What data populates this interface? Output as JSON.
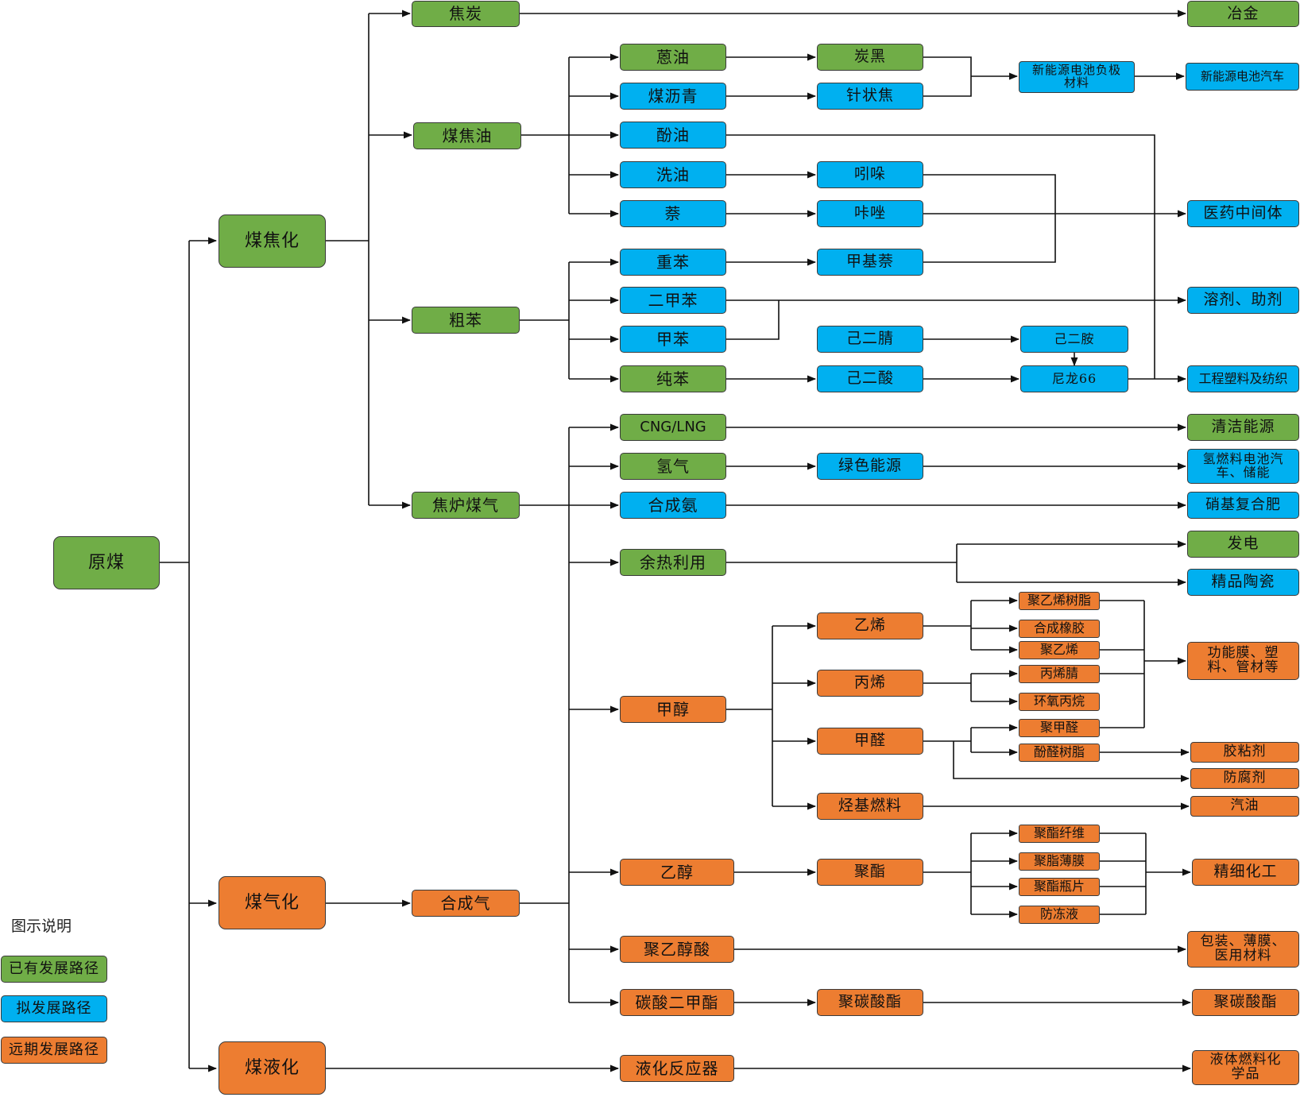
{
  "colors": {
    "existing": "#70AD47",
    "proposed": "#00B0F0",
    "longterm": "#ED7D31"
  },
  "nodes": {
    "yuanmei": "原煤",
    "meijiaohua": "煤焦化",
    "meiqihua": "煤气化",
    "meiyehua": "煤液化",
    "jiaotan": "焦炭",
    "meijiaoyou": "煤焦油",
    "cuben": "粗苯",
    "jiaolumeiqi": "焦炉煤气",
    "hechengqi": "合成气",
    "yehuafanyingqi": "液化反应器",
    "yejin": "冶金",
    "enyou": "蒽油",
    "meiliqing": "煤沥青",
    "fenyou": "酚油",
    "xiyou": "洗油",
    "nai": "萘",
    "zhongben": "重苯",
    "erjiaben": "二甲苯",
    "jiaben": "甲苯",
    "chunben": "纯苯",
    "tanhei": "炭黑",
    "zhenzhuangjiao": "针状焦",
    "yinduo": "吲哚",
    "kazuo": "咔唑",
    "jiajinai": "甲基萘",
    "jierjing": "己二腈",
    "jiersuan": "己二酸",
    "jieran": "己二胺",
    "nilong66": "尼龙66",
    "xinnengyuanfuji": "新能源电池负极材料",
    "xinnengyuanqiche": "新能源电池汽车",
    "yiyaozhongjianti": "医药中间体",
    "rongji": "溶剂、助剂",
    "gongchengsuliao": "工程塑料及纺织",
    "cng": "CNG/LNG",
    "qingqi": "氢气",
    "hechengan": "合成氨",
    "yurelyong": "余热利用",
    "jiachun": "甲醇",
    "yichun": "乙醇",
    "juyichunsuan": "聚乙醇酸",
    "tansuanerjiazhi": "碳酸二甲酯",
    "lvsenengyuan": "绿色能源",
    "qingjienengyuan": "清洁能源",
    "qingranliao": "氢燃料电池汽车、储能",
    "xiaojifuhefei": "硝基复合肥",
    "fadian": "发电",
    "jingpintaoci": "精品陶瓷",
    "yixi": "乙烯",
    "bingxi": "丙烯",
    "jiaquan": "甲醛",
    "tingjiranliao": "烃基燃料",
    "juyixishuzhi": "聚乙烯树脂",
    "hechengxiangjiao": "合成橡胶",
    "juyixi": "聚乙烯",
    "bingxijing": "丙烯腈",
    "huanyangbingwan": "环氧丙烷",
    "jujiaquan": "聚甲醛",
    "fenquanshuzhi": "酚醛树脂",
    "gongnengmo": "功能膜、塑料、管材等",
    "jiaonianji": "胶粘剂",
    "fangfuji": "防腐剂",
    "qiyou": "汽油",
    "juzhi": "聚酯",
    "juzhixianwei": "聚酯纤维",
    "juzhibaomo": "聚脂薄膜",
    "juzhipingpian": "聚酯瓶片",
    "fangdongye": "防冻液",
    "jingxihuagong": "精细化工",
    "baozhuang": "包装、薄膜、医用材料",
    "jutansuanzhi_mid": "聚碳酸酯",
    "jutansuanzhi_end": "聚碳酸酯",
    "yetiranliao": "液体燃料化学品"
  },
  "legend": {
    "title": "图示说明",
    "existing": "已有发展路径",
    "proposed": "拟发展路径",
    "longterm": "远期发展路径"
  }
}
